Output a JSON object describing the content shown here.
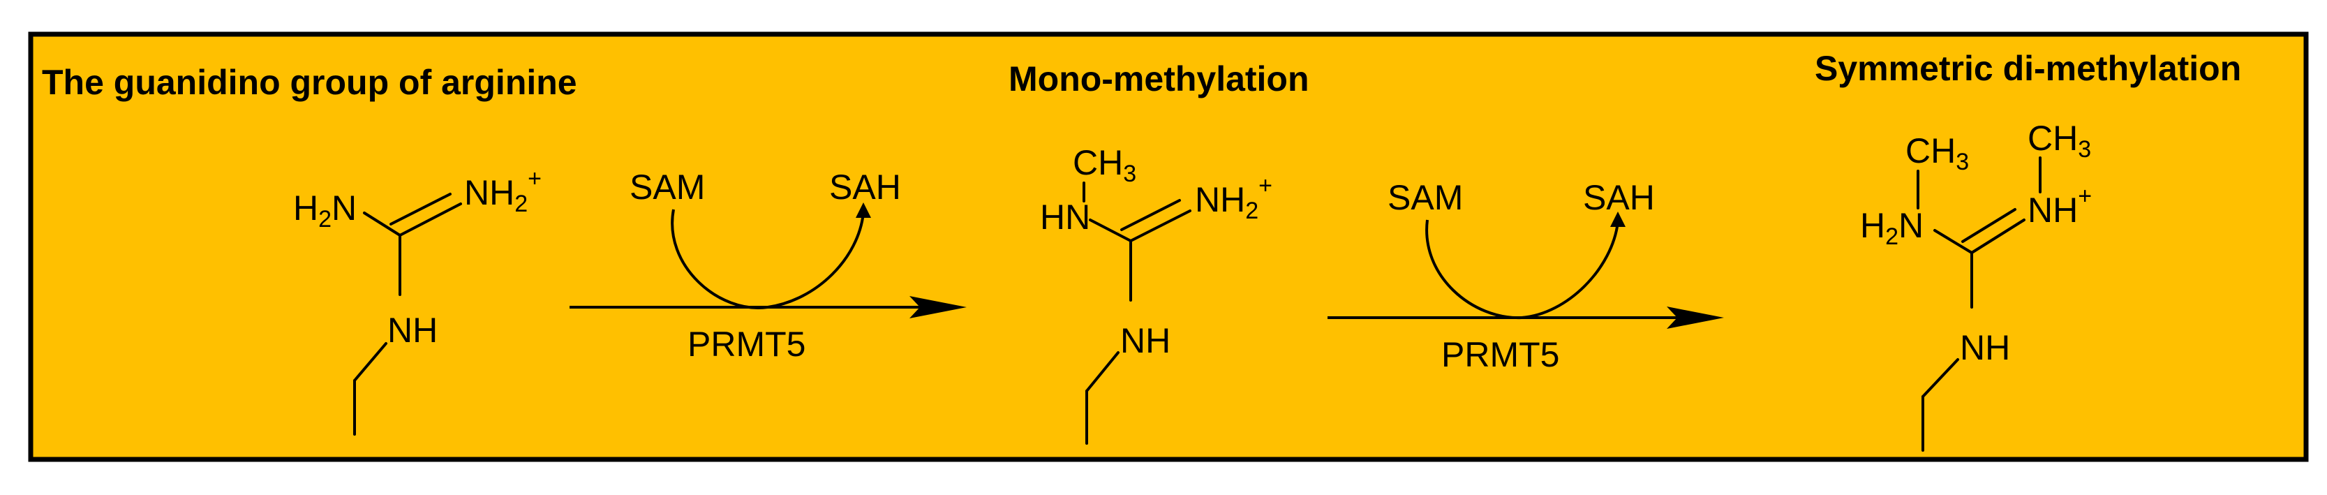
{
  "colors": {
    "panel_background": "#FFC000",
    "panel_border": "#000000",
    "ink": "#000000"
  },
  "titles": {
    "left": "The guanidino group of arginine",
    "middle": "Mono-methylation",
    "right": "Symmetric di-methylation"
  },
  "structures": {
    "arginine": {
      "h2n_main": "H",
      "h2n_sub": "2",
      "h2n_tail": "N",
      "nh2plus_main": "NH",
      "nh2plus_sub": "2",
      "nh2plus_sup": "+",
      "nh": "NH"
    },
    "mono": {
      "ch3_main": "CH",
      "ch3_sub": "3",
      "hn": "HN",
      "nh2plus_main": "NH",
      "nh2plus_sub": "2",
      "nh2plus_sup": "+",
      "nh": "NH"
    },
    "sdma": {
      "ch3_left_main": "CH",
      "ch3_left_sub": "3",
      "ch3_right_main": "CH",
      "ch3_right_sub": "3",
      "h2n_main": "H",
      "h2n_sub": "2",
      "h2n_tail": "N",
      "nhplus_main": "NH",
      "nhplus_sup": "+",
      "nh": "NH"
    }
  },
  "reactions": [
    {
      "cofactor_in": "SAM",
      "cofactor_out": "SAH",
      "enzyme": "PRMT5"
    },
    {
      "cofactor_in": "SAM",
      "cofactor_out": "SAH",
      "enzyme": "PRMT5"
    }
  ]
}
